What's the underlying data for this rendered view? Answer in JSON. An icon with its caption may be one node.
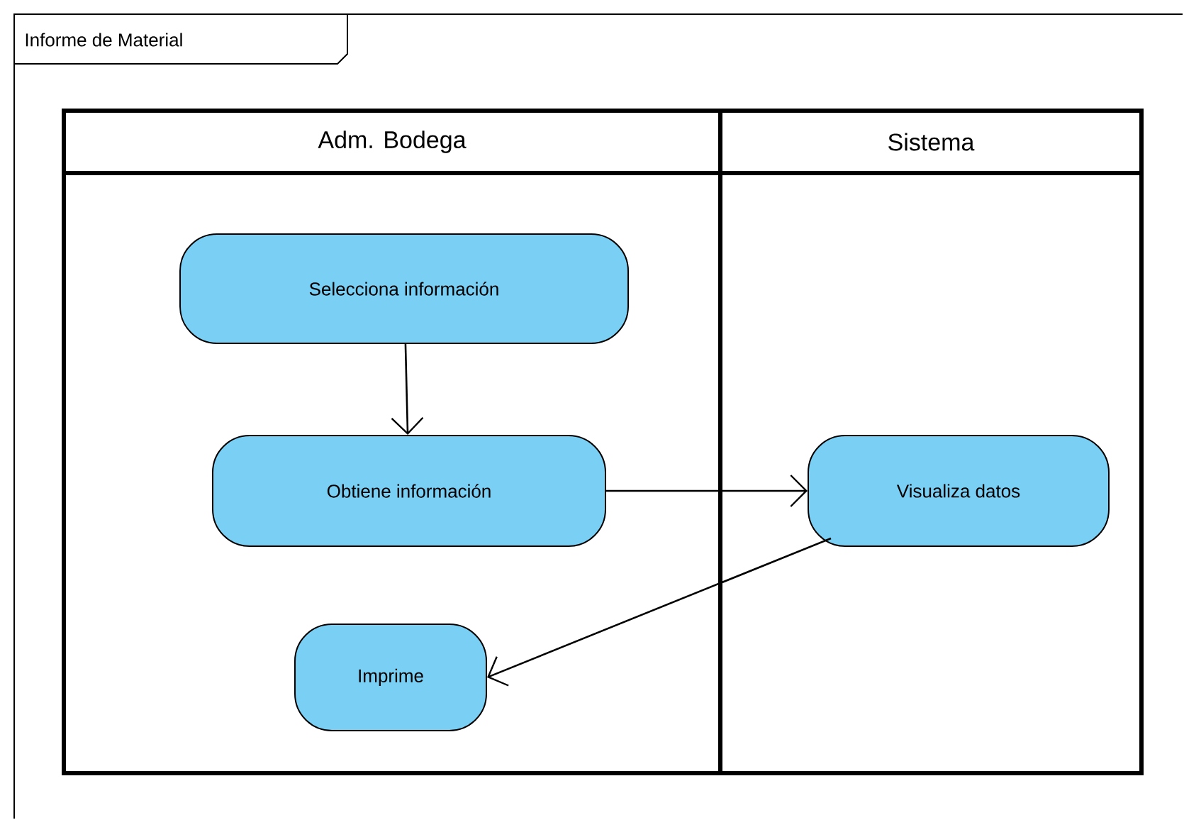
{
  "diagram": {
    "nodes": [
      {
        "text": [
          "Informe de Material"
        ]
      },
      {
        "text": [
          "Adm. Bodega"
        ],
        "in": 0
      },
      {
        "text": [
          "Sistema"
        ],
        "in": 0
      },
      {
        "text": [
          "Selecciona información"
        ],
        "in": 1
      },
      {
        "text": [
          "Obtiene información"
        ],
        "in": 1
      },
      {
        "text": [
          "Visualiza datos"
        ],
        "in": 2
      },
      {
        "text": [
          "Imprime"
        ],
        "in": 1
      }
    ],
    "edges": [
      {
        "from": 3,
        "to": 4,
        "arrow": "to"
      },
      {
        "from": 4,
        "to": 5,
        "arrow": "to"
      },
      {
        "from": 5,
        "to": 6,
        "arrow": "to"
      }
    ]
  }
}
